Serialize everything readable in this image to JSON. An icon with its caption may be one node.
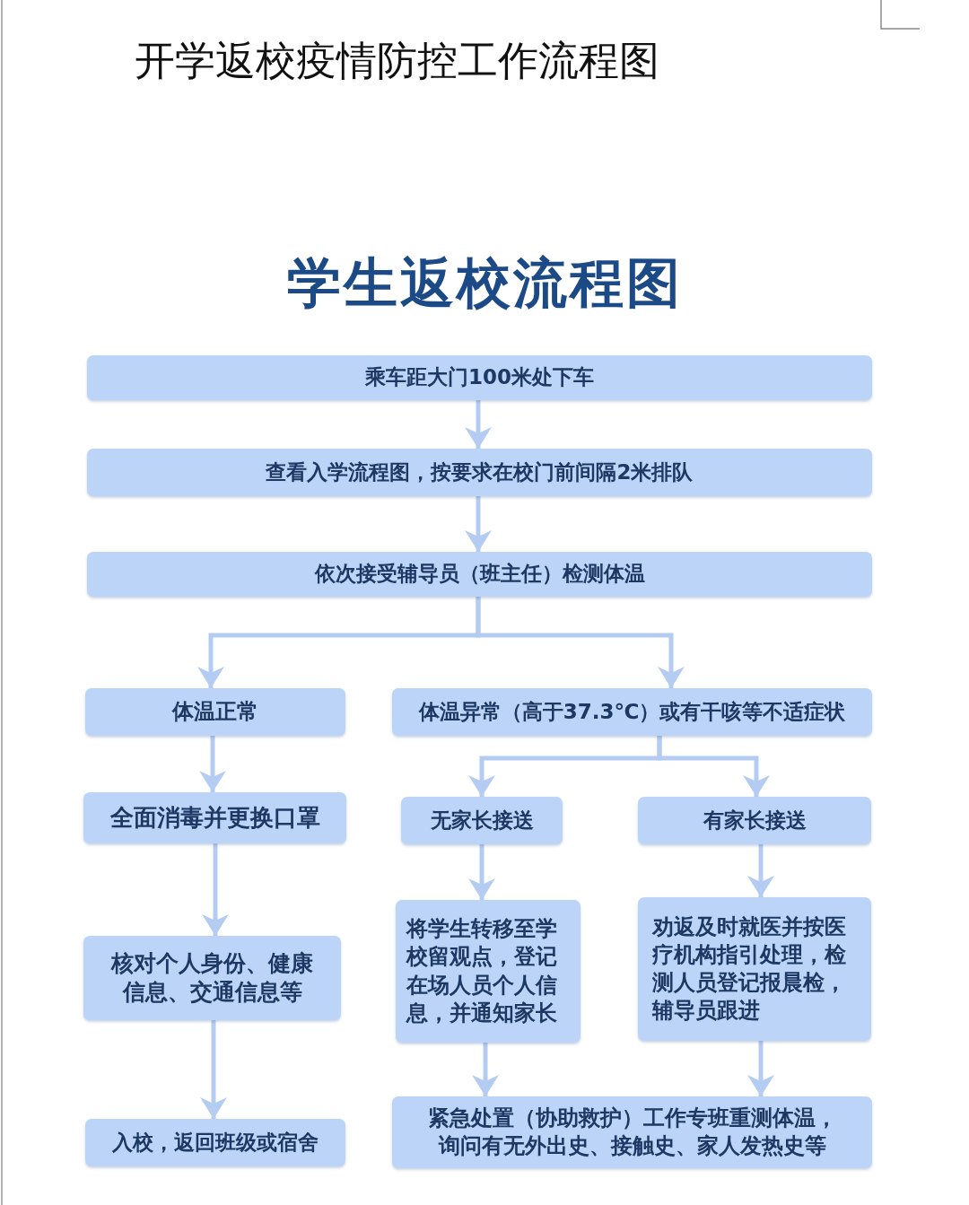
{
  "diagram": {
    "title": "开学返校疫情防控工作流程图",
    "labels": [
      "学生返校流程图"
    ],
    "nodes": [
      {
        "text": [
          "乘车距大门100米处下车"
        ]
      },
      {
        "text": [
          "查看入学流程图，按要求在校门前间隔2米排队"
        ]
      },
      {
        "text": [
          "依次接受辅导员（班主任）检测体温"
        ]
      },
      {
        "text": [
          "体温正常"
        ]
      },
      {
        "text": [
          "体温异常（高于37.3℃）或有干咳等不适症状"
        ]
      },
      {
        "text": [
          "全面消毒并更换口罩"
        ]
      },
      {
        "text": [
          "无家长接送"
        ]
      },
      {
        "text": [
          "有家长接送"
        ]
      },
      {
        "text": [
          "核对个人身份、健康信息、交通信息等"
        ]
      },
      {
        "text": [
          "将学生转移至学校留观点，登记在场人员个人信息，并通知家长"
        ]
      },
      {
        "text": [
          "劝返及时就医并按医疗机构指引处理，检测人员登记报晨检，辅导员跟进"
        ]
      },
      {
        "text": [
          "入校，返回班级或宿舍"
        ]
      },
      {
        "text": [
          "紧急处置（协助救护）工作专班重测体温，询问有无外出史、接触史、家人发热史等"
        ]
      }
    ],
    "edges": [
      {
        "from": 0,
        "to": 1,
        "arrow": "to"
      },
      {
        "from": 1,
        "to": 2,
        "arrow": "to"
      },
      {
        "from": 2,
        "to": 3,
        "arrow": "to"
      },
      {
        "from": 2,
        "to": 4,
        "arrow": "to"
      },
      {
        "from": 3,
        "to": 5,
        "arrow": "to"
      },
      {
        "from": 5,
        "to": 8,
        "arrow": "to"
      },
      {
        "from": 8,
        "to": 11,
        "arrow": "to"
      },
      {
        "from": 4,
        "to": 6,
        "arrow": "to"
      },
      {
        "from": 4,
        "to": 7,
        "arrow": "to"
      },
      {
        "from": 6,
        "to": 9,
        "arrow": "to"
      },
      {
        "from": 7,
        "to": 10,
        "arrow": "to"
      },
      {
        "from": 9,
        "to": 12,
        "arrow": "to"
      },
      {
        "from": 10,
        "to": 12,
        "arrow": "to"
      }
    ]
  }
}
